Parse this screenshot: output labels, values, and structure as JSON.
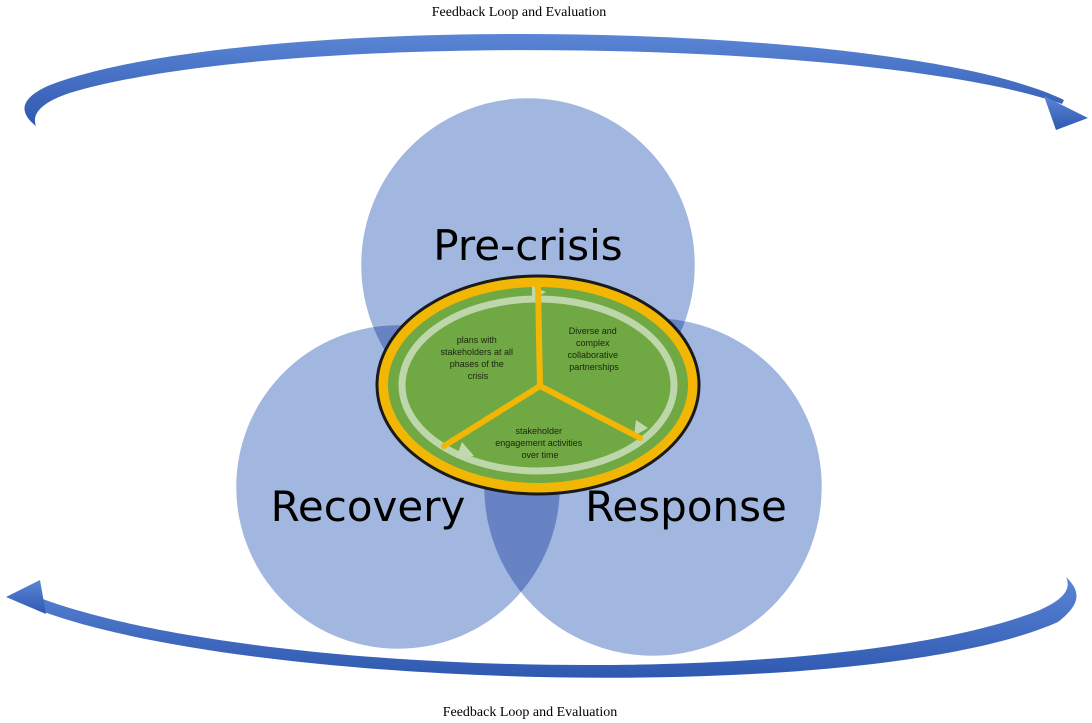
{
  "captions": {
    "top": "Feedback Loop and Evaluation",
    "bottom": "Feedback Loop and Evaluation"
  },
  "phases": {
    "pre_crisis": "Pre-crisis",
    "recovery": "Recovery",
    "response": "Response"
  },
  "center": {
    "sector_left": [
      "plans with",
      "stakeholders at all",
      "phases of the",
      "crisis"
    ],
    "sector_right": [
      "Diverse and",
      "complex",
      "collaborative",
      "partnerships"
    ],
    "sector_bottom": [
      "stakeholder",
      "engagement activities",
      "over time"
    ]
  },
  "colors": {
    "circle_fill": "#a2b7e0",
    "outer_ring": "#f2b705",
    "pie_green": "#70a844",
    "arrow_blue": "#3c6bc4",
    "cycle_arrow": "#c2d9b0"
  }
}
